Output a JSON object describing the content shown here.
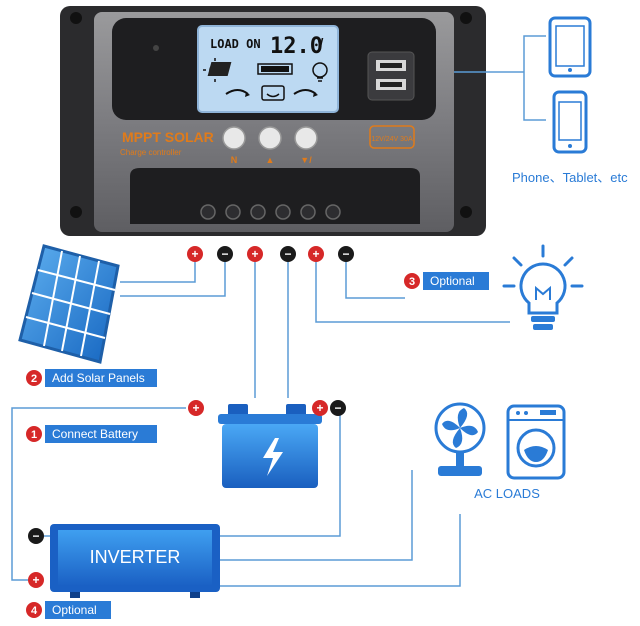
{
  "controller": {
    "brand_title": "MPPT SOLAR",
    "brand_subtitle": "Charge controller",
    "model_badge": "12V/24V 30A",
    "lcd_mode": "LOAD ON",
    "lcd_voltage": "12.0",
    "lcd_unit": "V",
    "button_1_label": "N",
    "button_2_label": "▲",
    "button_3_label": "▼/"
  },
  "devices": {
    "caption": "Phone、Tablet、etc"
  },
  "steps": [
    {
      "number": "1",
      "label": "Connect Battery"
    },
    {
      "number": "2",
      "label": "Add Solar Panels"
    },
    {
      "number": "3",
      "label": "Optional"
    },
    {
      "number": "4",
      "label": "Optional"
    }
  ],
  "inverter": {
    "label": "INVERTER"
  },
  "ac_loads": {
    "label": "AC LOADS"
  },
  "polarity": {
    "positive": "+",
    "negative": "−"
  },
  "colors": {
    "wire": "#5b9bd5",
    "accent_blue": "#2a7bd6",
    "positive_red": "#d62828",
    "negative_black": "#1a1a1a",
    "controller_body": "#3a3a3c",
    "lcd": "#bcd9f2",
    "orange": "#e07b1a"
  },
  "icons": [
    "usb-port-icon",
    "phone-icon",
    "tablet-icon",
    "light-bulb-icon",
    "solar-panel-icon",
    "battery-icon",
    "fan-icon",
    "washing-machine-icon"
  ]
}
